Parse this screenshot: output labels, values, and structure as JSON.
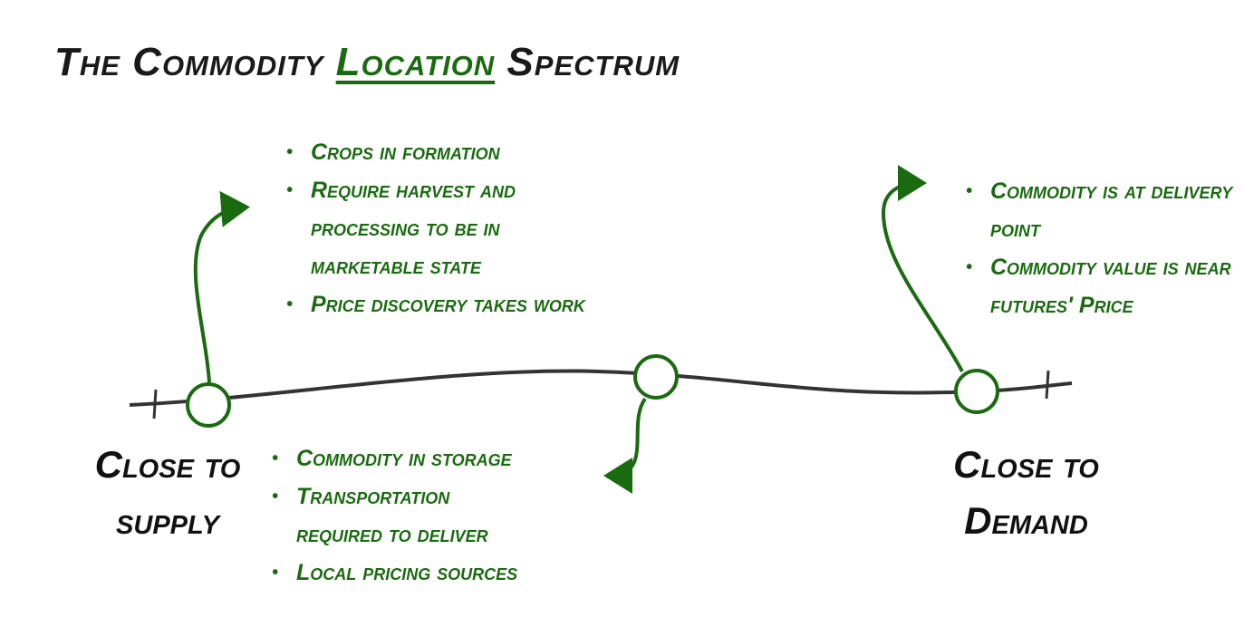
{
  "title": {
    "prefix": "The Commodity",
    "highlight": "Location",
    "suffix": "Spectrum"
  },
  "colors": {
    "accent": "#1a6b10",
    "line": "#333333"
  },
  "ends": {
    "supply": {
      "line1": "Close to",
      "line2": "supply"
    },
    "demand": {
      "line1": "Close to",
      "line2": "Demand"
    }
  },
  "notes": {
    "supply": [
      "Crops in formation",
      "Require harvest and processing to be in marketable state",
      "Price discovery takes work"
    ],
    "middle": [
      "Commodity in storage",
      "Transportation required to deliver",
      "Local pricing sources"
    ],
    "demand": [
      "Commodity is at delivery point",
      "Commodity value is near futures' Price"
    ]
  }
}
